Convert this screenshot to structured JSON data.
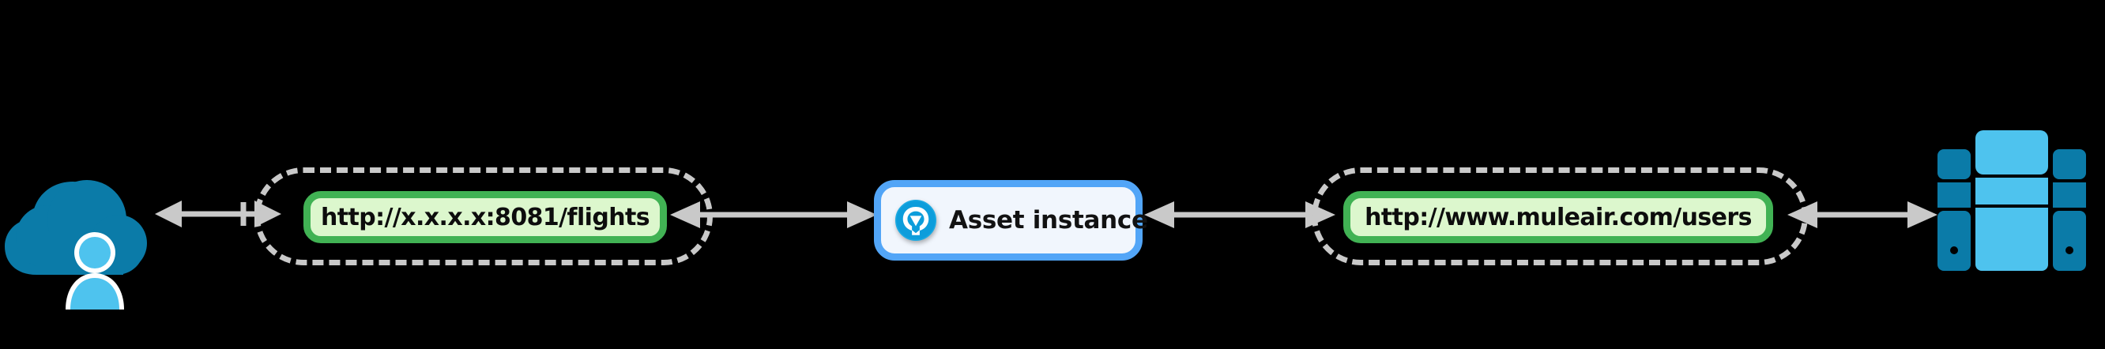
{
  "diagram": {
    "title": "API request flow diagram",
    "background_color": "#000000",
    "nodes": {
      "client": {
        "icon": "cloud-user-icon",
        "label": "",
        "cloud_color": "#0b7ba8",
        "user_color": "#4ec3ee"
      },
      "inbound_zone": {
        "boundary_style": "dashed",
        "boundary_color": "#c9c9c9",
        "endpoint": {
          "label": "http://x.x.x.x:8081/flights",
          "border_color": "#41b254",
          "fill_color": "#dcf7cd",
          "text_color": "#0d0d0d"
        }
      },
      "asset": {
        "label": "Asset instance",
        "icon": "mulesoft-logo-icon",
        "border_color": "#52a5f7",
        "fill_color": "#f1f6fd",
        "icon_color": "#0d9ddb"
      },
      "outbound_zone": {
        "boundary_style": "dashed",
        "boundary_color": "#c9c9c9",
        "endpoint": {
          "label": "http://www.muleair.com/users",
          "border_color": "#41b254",
          "fill_color": "#dcf7cd",
          "text_color": "#0d0d0d"
        }
      },
      "backend": {
        "icon": "server-rack-icon",
        "label": "",
        "primary_color": "#4ec3ee",
        "secondary_color": "#0b7ba8"
      }
    },
    "connectors": [
      {
        "name": "client-to-inbound",
        "direction": "bidirectional",
        "color": "#c9c9c9"
      },
      {
        "name": "inbound-to-asset",
        "direction": "bidirectional",
        "color": "#c9c9c9"
      },
      {
        "name": "asset-to-outbound",
        "direction": "bidirectional",
        "color": "#c9c9c9"
      },
      {
        "name": "outbound-to-backend",
        "direction": "bidirectional",
        "color": "#c9c9c9"
      }
    ]
  }
}
